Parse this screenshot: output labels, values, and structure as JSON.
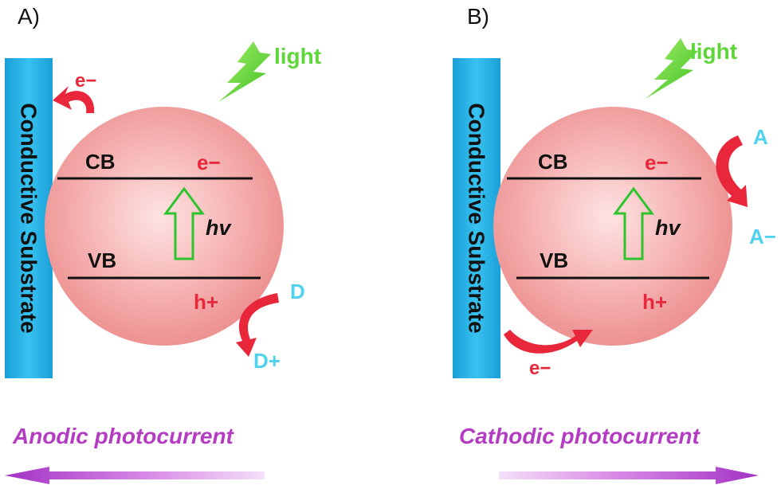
{
  "panels": [
    {
      "id": "A",
      "label": "A)",
      "substrate_label": "Conductive Substrate",
      "light_label": "light",
      "cb_label": "CB",
      "vb_label": "VB",
      "cb_carrier": "e−",
      "vb_carrier": "h+",
      "excitation_label": "hv",
      "substrate_electron_label": "e−",
      "redox_reactant": "D",
      "redox_product": "D+",
      "photocurrent_label": "Anodic photocurrent",
      "photocurrent_direction": "left"
    },
    {
      "id": "B",
      "label": "B)",
      "substrate_label": "Conductive Substrate",
      "light_label": "light",
      "cb_label": "CB",
      "vb_label": "VB",
      "cb_carrier": "e−",
      "vb_carrier": "h+",
      "excitation_label": "hv",
      "substrate_electron_label": "e−",
      "redox_reactant": "A",
      "redox_product": "A−",
      "photocurrent_label": "Cathodic photocurrent",
      "photocurrent_direction": "right"
    }
  ],
  "colors": {
    "substrate": "#1fb4ea",
    "sphere": "#f5a3a3",
    "carrier_red": "#e8283a",
    "redox_cyan": "#4fd2ee",
    "light_green": "#5ed63a",
    "hv_arrow_green": "#2ec42e",
    "photocurrent_purple": "#b43cc2",
    "band_line": "#111111"
  }
}
